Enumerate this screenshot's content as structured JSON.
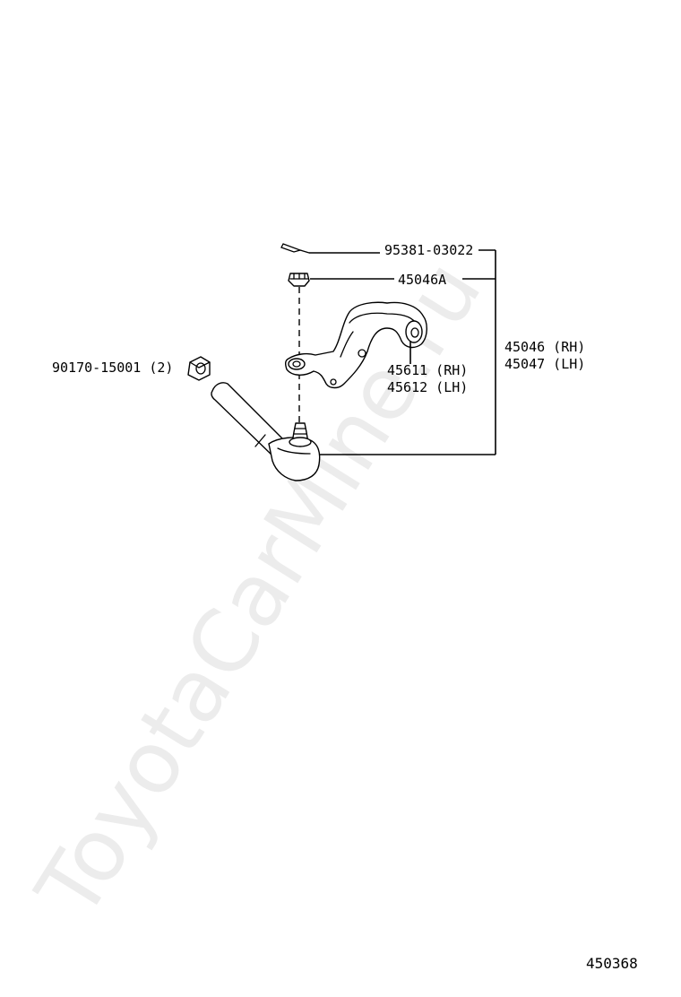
{
  "watermark": "ToyotaCarMine.ru",
  "callouts": {
    "cotter_pin": "95381-03022",
    "nut": "45046A",
    "tie_rod_end_rh": "45046 (RH)",
    "tie_rod_end_lh": "45047 (LH)",
    "knuckle_arm_rh": "45611 (RH)",
    "knuckle_arm_lh": "45612 (LH)",
    "lock_nut": "90170-15001 (2)"
  },
  "illustration_number": "450368"
}
